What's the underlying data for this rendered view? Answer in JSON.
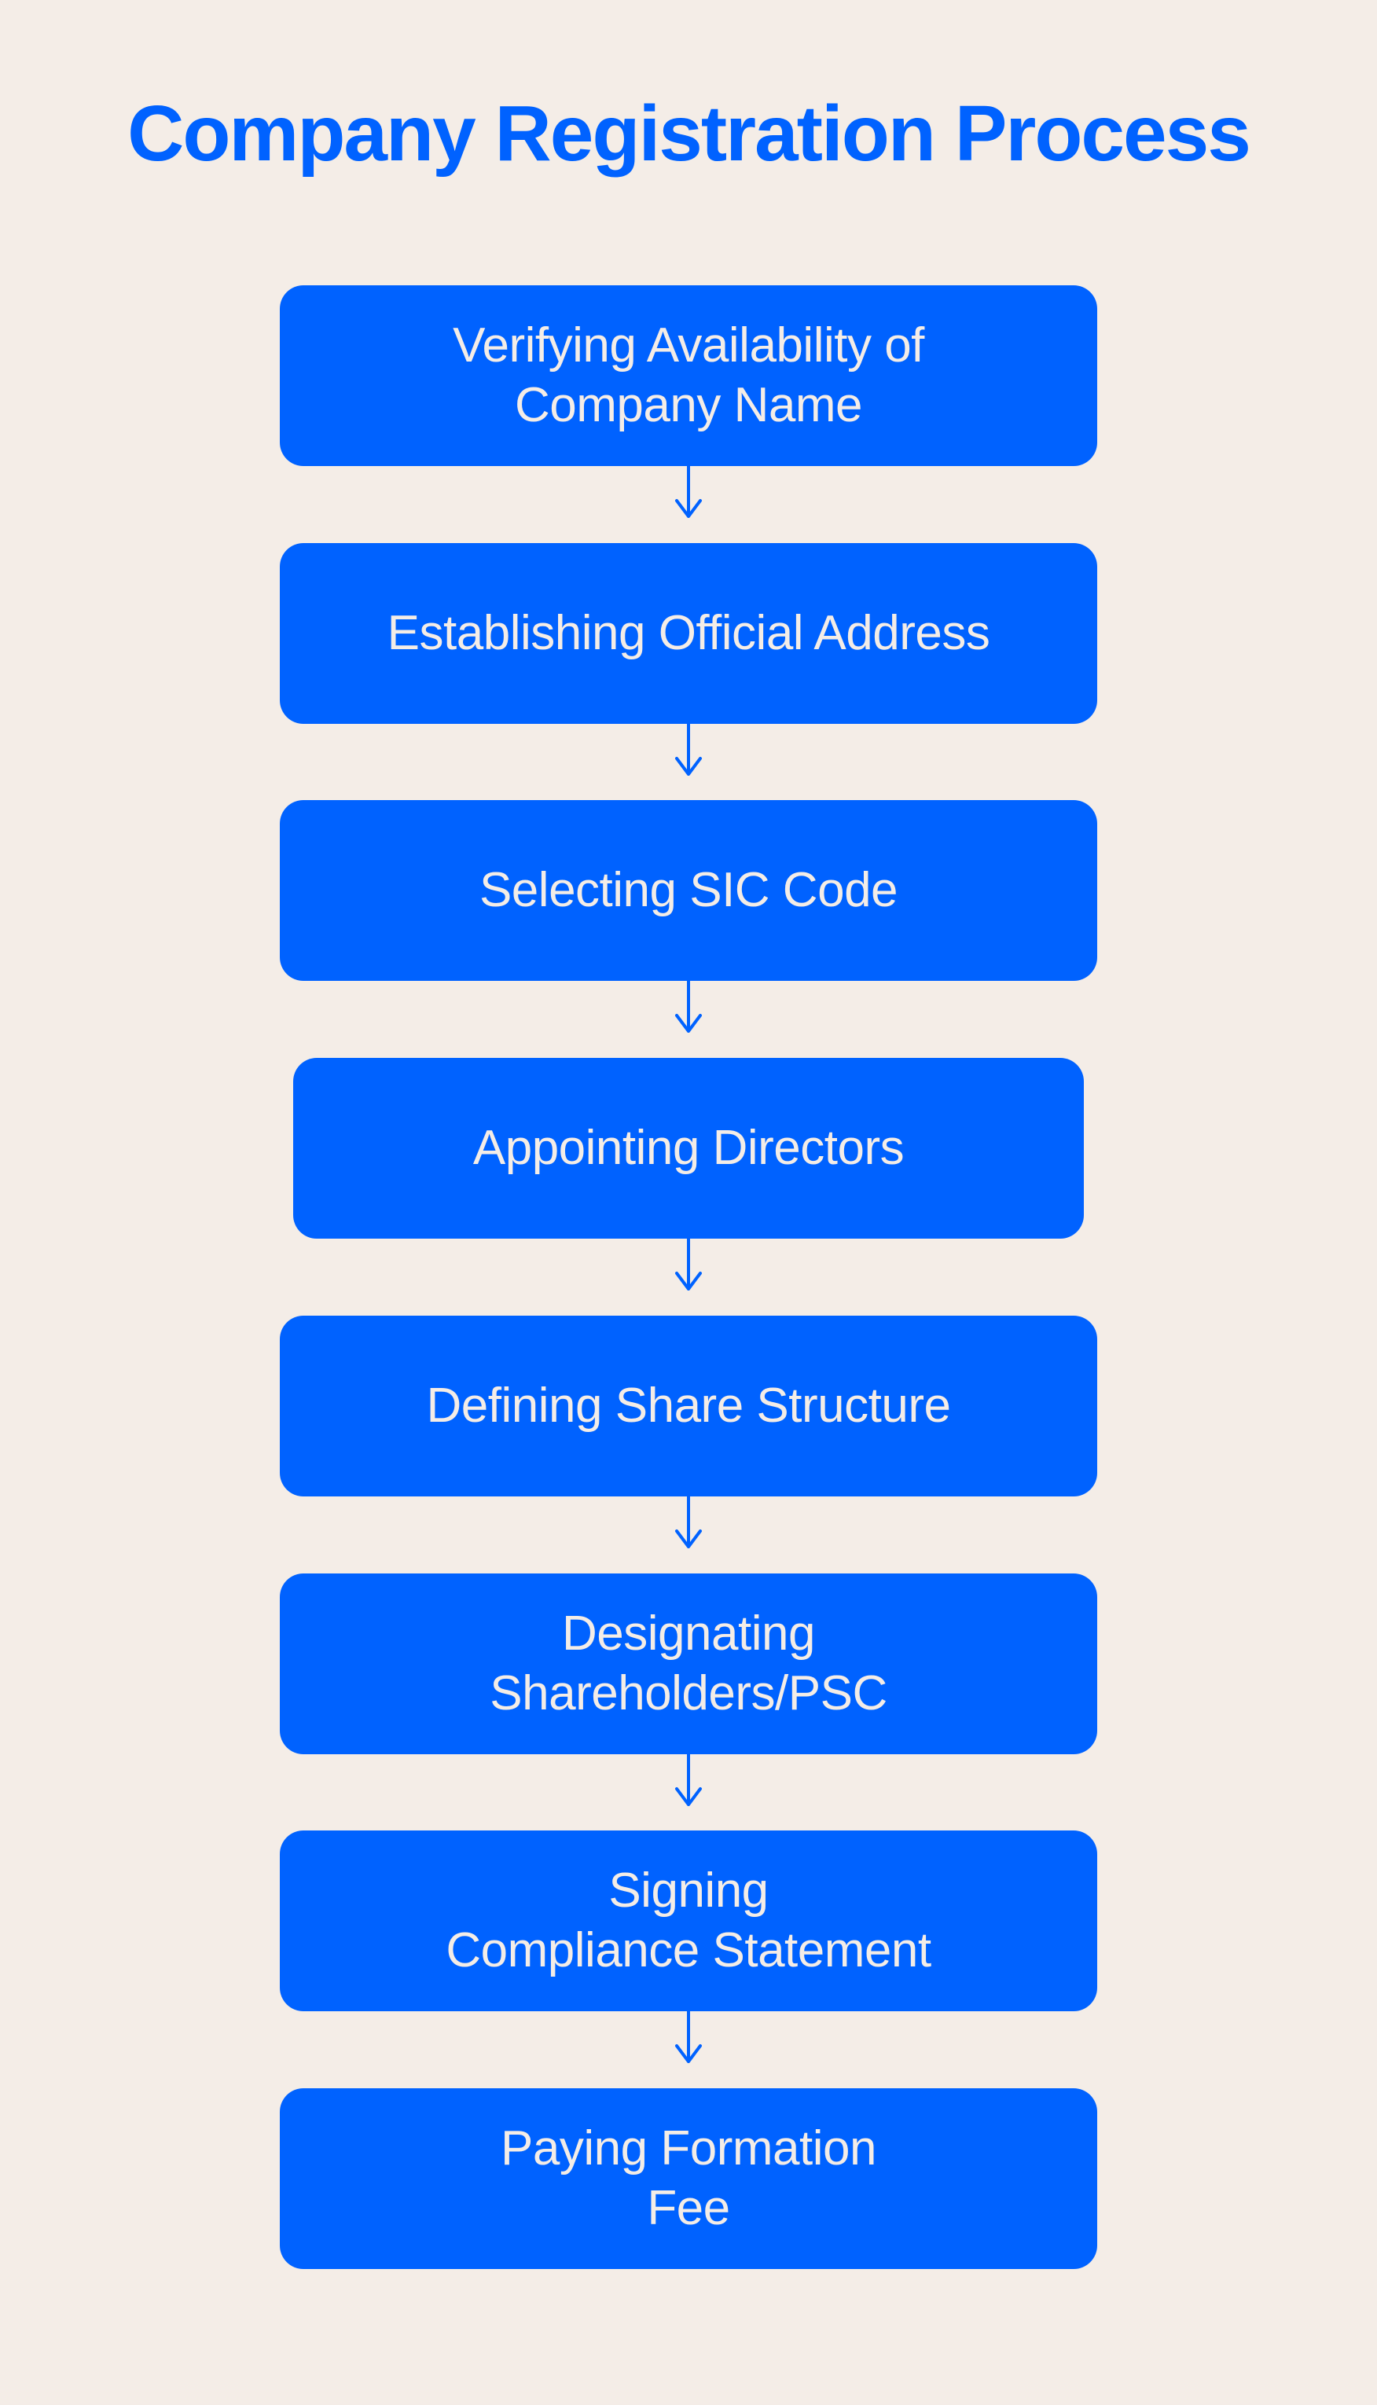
{
  "title": "Company Registration Process",
  "colors": {
    "accent": "#0062FF",
    "background": "#F4EDE7"
  },
  "steps": [
    {
      "label": "Verifying Availability of\nCompany Name"
    },
    {
      "label": "Establishing Official Address"
    },
    {
      "label": "Selecting SIC Code"
    },
    {
      "label": "Appointing Directors"
    },
    {
      "label": "Defining Share Structure"
    },
    {
      "label": "Designating\nShareholders/PSC"
    },
    {
      "label": "Signing\nCompliance Statement"
    },
    {
      "label": "Paying Formation\nFee"
    }
  ]
}
